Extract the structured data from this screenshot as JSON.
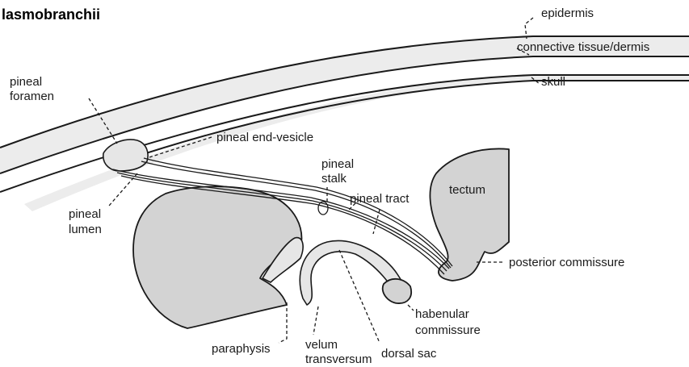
{
  "figure": {
    "title": "lasmobranchii",
    "labels": {
      "epidermis": "epidermis",
      "connective_tissue": "connective tissue/dermis",
      "skull": "skull",
      "pineal_foramen": [
        "pineal",
        "foramen"
      ],
      "pineal_end_vesicle": "pineal end-vesicle",
      "pineal_stalk": [
        "pineal",
        "stalk"
      ],
      "pineal_tract": "pineal tract",
      "tectum": "tectum",
      "pineal_lumen": [
        "pineal",
        "lumen"
      ],
      "posterior_commissure": "posterior commissure",
      "habenular_commissure": [
        "habenular",
        "commissure"
      ],
      "paraphysis": "paraphysis",
      "velum_transversum": [
        "velum",
        "transversum"
      ],
      "dorsal_sac": "dorsal sac"
    },
    "colors": {
      "tissue_fill": "#d3d3d3",
      "band_fill": "#ececec",
      "line": "#1a1a1a"
    }
  }
}
